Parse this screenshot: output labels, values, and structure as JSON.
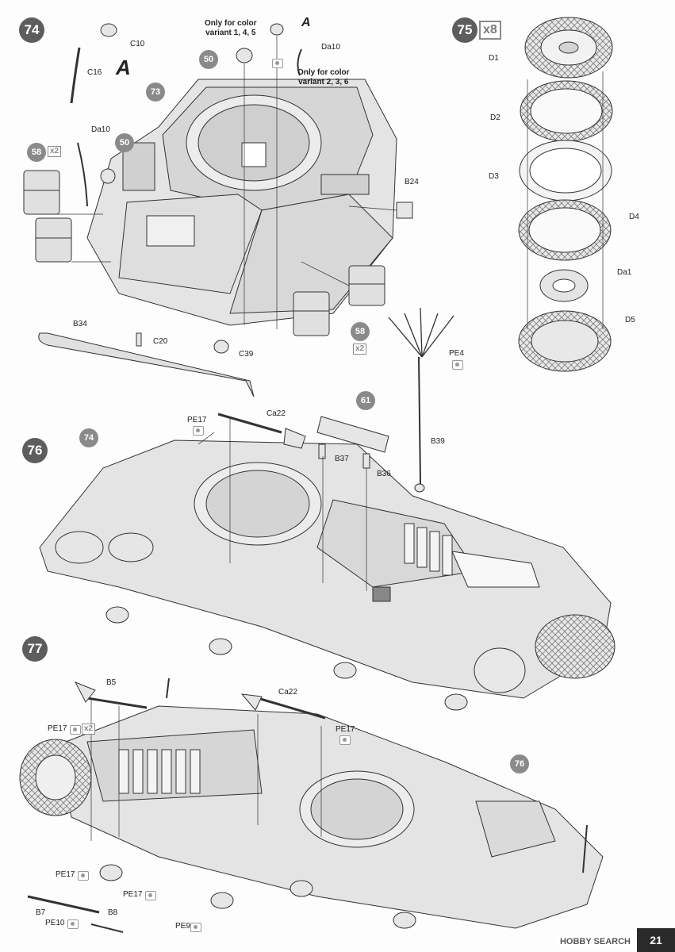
{
  "steps": {
    "s74": "74",
    "s75": "75",
    "s76": "76",
    "s77": "77"
  },
  "refs": {
    "r73": "73",
    "r50a": "50",
    "r50b": "50",
    "r58a": "58",
    "r58b": "58",
    "r61": "61",
    "r74": "74",
    "r76": "76"
  },
  "multipliers": {
    "m58a": "x2",
    "m58b": "x2",
    "m75": "x8",
    "mPE17": "x2"
  },
  "variants": {
    "a": "Only for color\nvariant 1, 4, 5",
    "b": "Only for color\nvariant 2, 3, 6"
  },
  "variant_letter": "A",
  "labels": {
    "C10": "C10",
    "C16": "C16",
    "Da10a": "Da10",
    "Da10b": "Da10",
    "B24": "B24",
    "B34": "B34",
    "C20": "C20",
    "C39": "C39",
    "D1": "D1",
    "D2": "D2",
    "D3": "D3",
    "D4": "D4",
    "Da1": "Da1",
    "D5": "D5",
    "PE4": "PE4",
    "PE17a": "PE17",
    "Ca22a": "Ca22",
    "B37": "B37",
    "B36": "B36",
    "B39": "B39",
    "B5": "B5",
    "PE17b": "PE17",
    "Ca22b": "Ca22",
    "PE17c": "PE17",
    "PE17d": "PE17",
    "B7": "B7",
    "PE10": "PE10",
    "B8": "B8",
    "PE17e": "PE17",
    "PE9": "PE9"
  },
  "page_number": "21",
  "watermark": "HOBBY SEARCH"
}
